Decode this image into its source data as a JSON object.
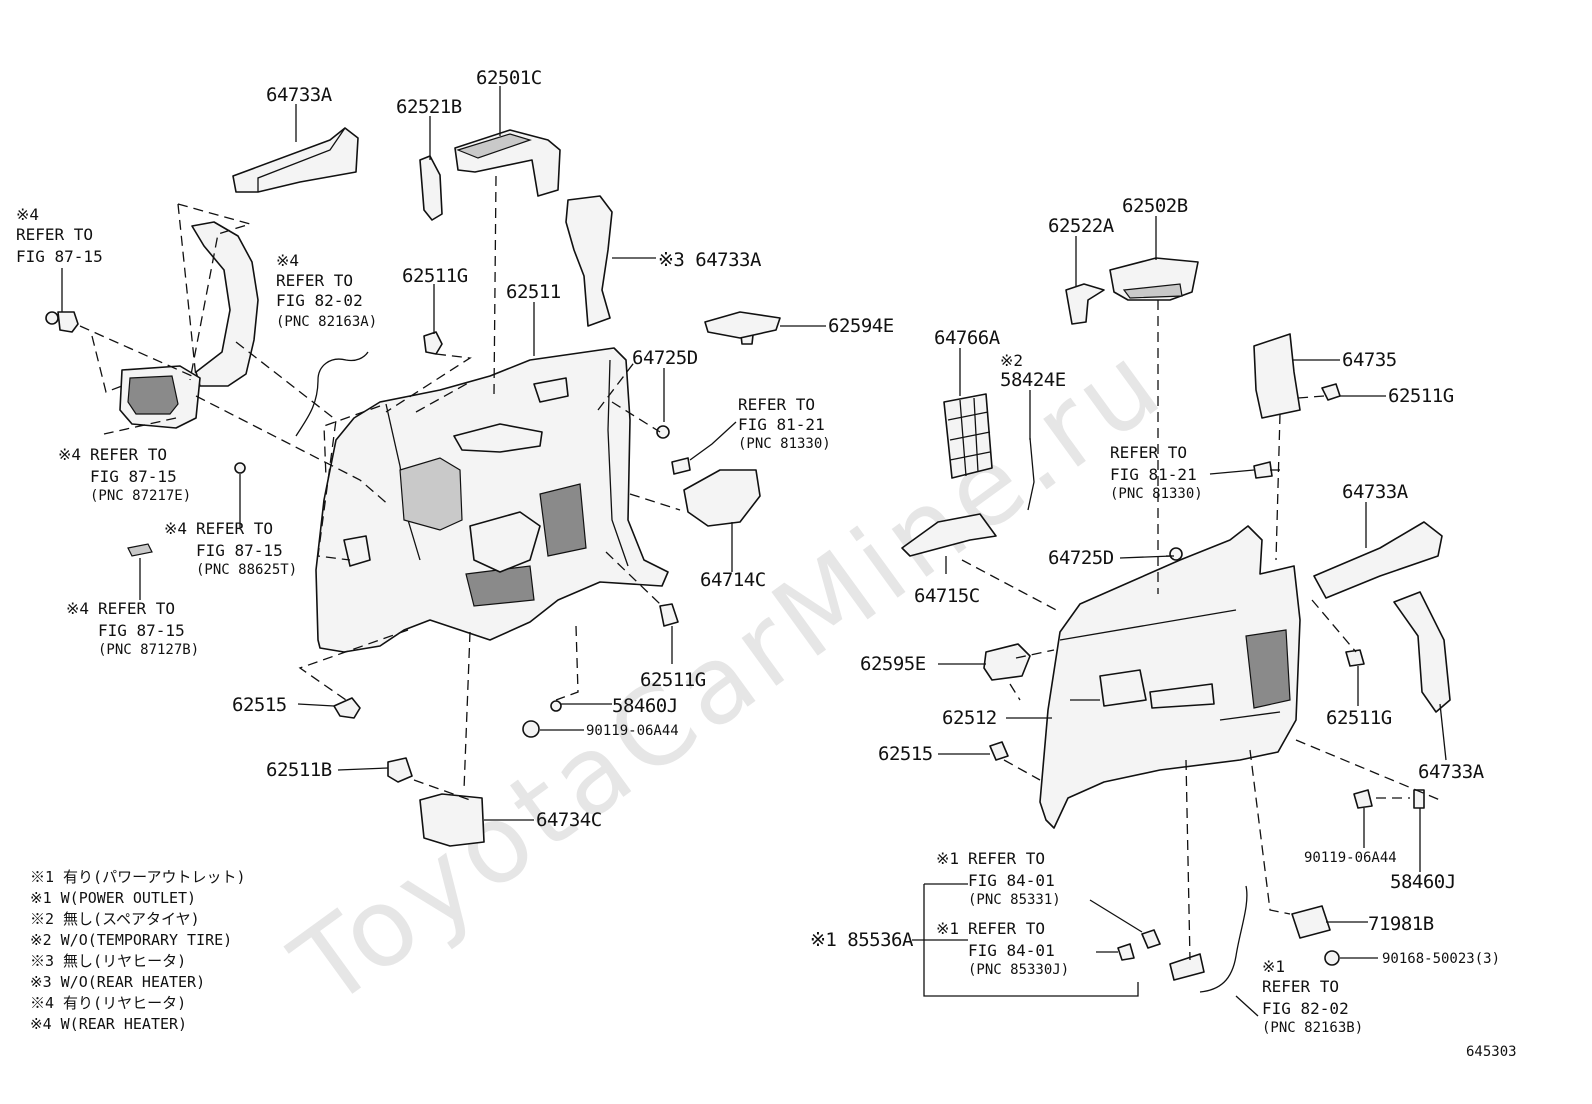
{
  "watermark": "ToyotaCarMine.ru",
  "figure_id": "645303",
  "parts": {
    "p64733A_top": "64733A",
    "p62521B": "62521B",
    "p62501C": "62501C",
    "p64733A_mid": "※3 64733A",
    "p62511G_a": "62511G",
    "p62511": "62511",
    "p62594E": "62594E",
    "p64725D_a": "64725D",
    "p64714C": "64714C",
    "p62511G_b": "62511G",
    "p58460J_a": "58460J",
    "p90119_a": "90119-06A44",
    "p62515_a": "62515",
    "p62511B": "62511B",
    "p64734C": "64734C",
    "p62522A": "62522A",
    "p62502B": "62502B",
    "p64766A": "64766A",
    "p58424E": "58424E",
    "p58424E_note": "※2",
    "p64735": "64735",
    "p62511G_c": "62511G",
    "p64733A_r1": "64733A",
    "p64725D_b": "64725D",
    "p64715C": "64715C",
    "p62595E": "62595E",
    "p62512": "62512",
    "p62515_b": "62515",
    "p62511G_d": "62511G",
    "p64733A_r2": "64733A",
    "p90119_b": "90119-06A44",
    "p58460J_b": "58460J",
    "p71981B": "71981B",
    "p90168": "90168-50023(3)",
    "p85536A": "※1 85536A"
  },
  "refs": {
    "r1": {
      "note": "※4",
      "l1": "REFER TO",
      "l2": "FIG 87-15",
      "pnc": ""
    },
    "r2": {
      "note": "※4",
      "l1": "REFER TO",
      "l2": "FIG 82-02",
      "pnc": "(PNC 82163A)"
    },
    "r3": {
      "note": "※4",
      "l1": "REFER TO",
      "l2": "FIG 87-15",
      "pnc": "(PNC 87217E)"
    },
    "r4": {
      "note": "※4",
      "l1": "REFER TO",
      "l2": "FIG 87-15",
      "pnc": "(PNC 88625T)"
    },
    "r5": {
      "note": "※4",
      "l1": "REFER TO",
      "l2": "FIG 87-15",
      "pnc": "(PNC 87127B)"
    },
    "r6": {
      "note": "",
      "l1": "REFER TO",
      "l2": "FIG 81-21",
      "pnc": "(PNC 81330)"
    },
    "r7": {
      "note": "",
      "l1": "REFER TO",
      "l2": "FIG 81-21",
      "pnc": "(PNC 81330)"
    },
    "r8": {
      "note": "※1",
      "l1": "REFER TO",
      "l2": "FIG 84-01",
      "pnc": "(PNC 85331)"
    },
    "r9": {
      "note": "※1",
      "l1": "REFER TO",
      "l2": "FIG 84-01",
      "pnc": "(PNC 85330J)"
    },
    "r10": {
      "note": "※1",
      "l1": "REFER TO",
      "l2": "FIG 82-02",
      "pnc": "(PNC 82163B)"
    }
  },
  "legend": [
    "※1 有り(パワーアウトレット)",
    "※1 W(POWER OUTLET)",
    "※2 無し(スペアタイヤ)",
    "※2 W/O(TEMPORARY TIRE)",
    "※3 無し(リヤヒータ)",
    "※3 W/O(REAR HEATER)",
    "※4 有り(リヤヒータ)",
    "※4 W(REAR HEATER)"
  ]
}
